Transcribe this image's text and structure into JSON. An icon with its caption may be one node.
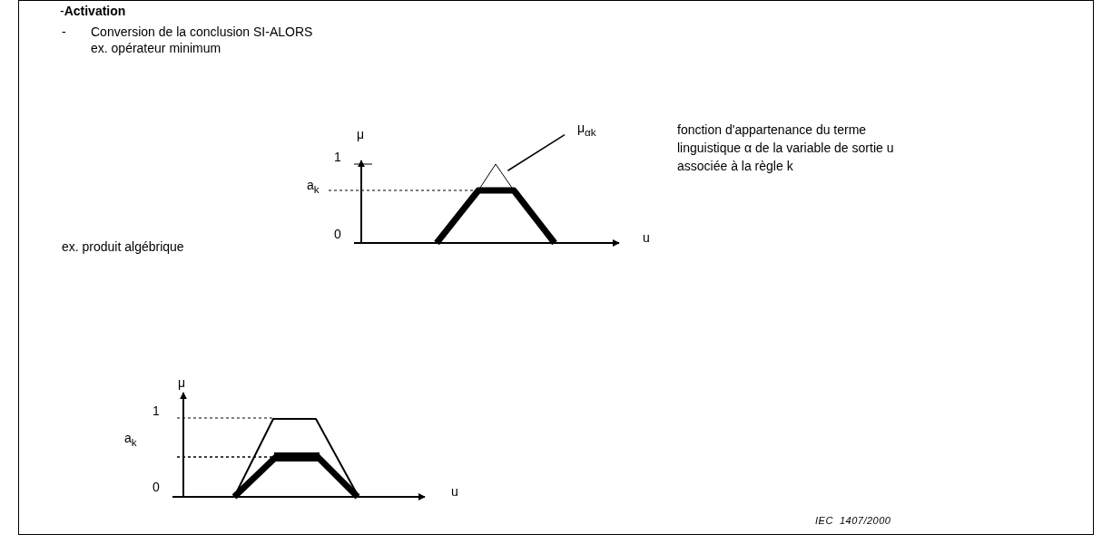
{
  "diagram": {
    "nodes": [
      {
        "text": [
          "μ$_{αk}$"
        ]
      },
      {
        "text": [],
        "shape": "triangle"
      }
    ],
    "edges": [
      {
        "from": 0,
        "to": 1,
        "arrow": "none"
      }
    ],
    "labels": [
      "-**Activation**",
      "-",
      "Conversion de la conclusion SI-ALORS",
      "ex. opérateur minimum",
      "μ",
      "1",
      "a$_{k}$",
      "0",
      "u",
      "fonction d'appartenance du terme linguistique α de la variable de sortie u associée à la règle k",
      "ex. produit algébrique",
      "μ",
      "1",
      "a$_{k}$",
      "0",
      "u",
      "IEC  1407/2000"
    ]
  }
}
